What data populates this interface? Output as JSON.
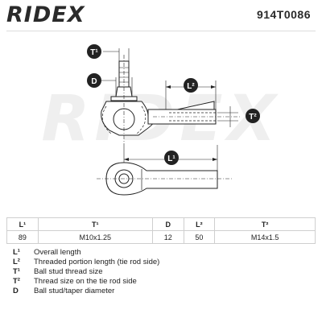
{
  "header": {
    "logo": "RIDEX",
    "part_number": "914T0086"
  },
  "drawing": {
    "callouts": {
      "t1": "T¹",
      "d": "D",
      "l2": "L²",
      "t2": "T²",
      "l1": "L¹"
    },
    "line_color": "#222222",
    "callout_color": "#222222"
  },
  "table": {
    "columns": [
      "L¹",
      "T¹",
      "D",
      "L²",
      "T²"
    ],
    "values": [
      "89",
      "M10x1.25",
      "12",
      "50",
      "M14x1.5"
    ]
  },
  "legend": [
    {
      "key": "L¹",
      "desc": "Overall length"
    },
    {
      "key": "L²",
      "desc": "Threaded portion length (tie rod side)"
    },
    {
      "key": "T¹",
      "desc": "Ball stud thread size"
    },
    {
      "key": "T²",
      "desc": "Thread size on the tie rod side"
    },
    {
      "key": "D",
      "desc": "Ball stud/taper diameter"
    }
  ]
}
